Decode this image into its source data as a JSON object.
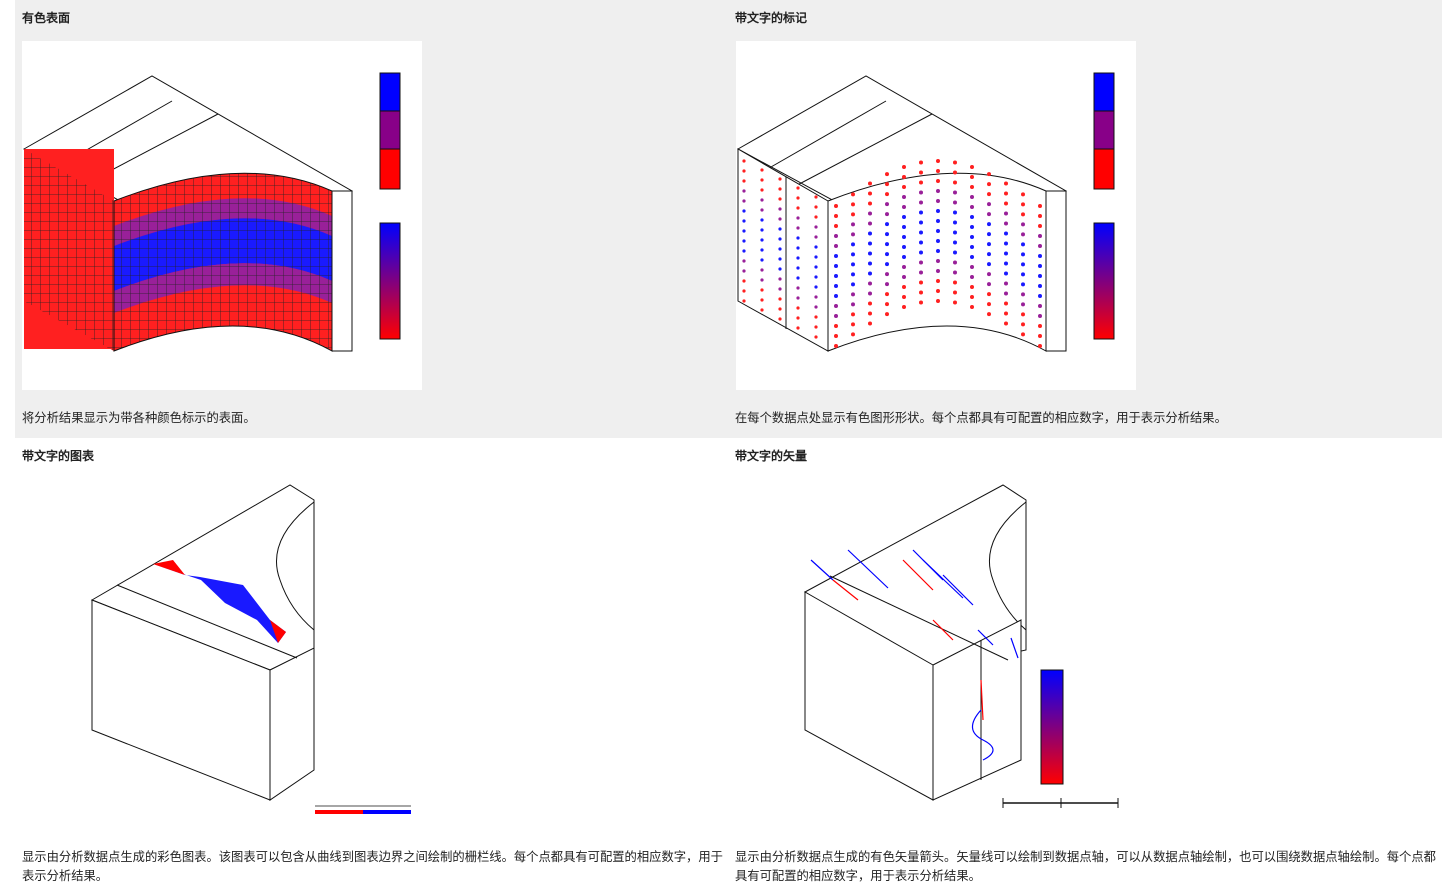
{
  "panels": [
    {
      "title": "有色表面",
      "description": "将分析结果显示为带各种颜色标示的表面。"
    },
    {
      "title": "带文字的标记",
      "description": "在每个数据点处显示有色图形形状。每个点都具有可配置的相应数字，用于表示分析结果。"
    },
    {
      "title": "带文字的图表",
      "description": "显示由分析数据点生成的彩色图表。该图表可以包含从曲线到图表边界之间绘制的栅栏线。每个点都具有可配置的相应数字，用于表示分析结果。"
    },
    {
      "title": "带文字的矢量",
      "description": "显示由分析数据点生成的有色矢量箭头。矢量线可以绘制到数据点轴，可以从数据点轴绘制，也可以围绕数据点轴绘制。每个点都具有可配置的相应数字，用于表示分析结果。"
    }
  ],
  "colors": {
    "panel_bg": "#efefef",
    "red": "#ff0000",
    "blue": "#0000ff",
    "purple": "#880088"
  }
}
